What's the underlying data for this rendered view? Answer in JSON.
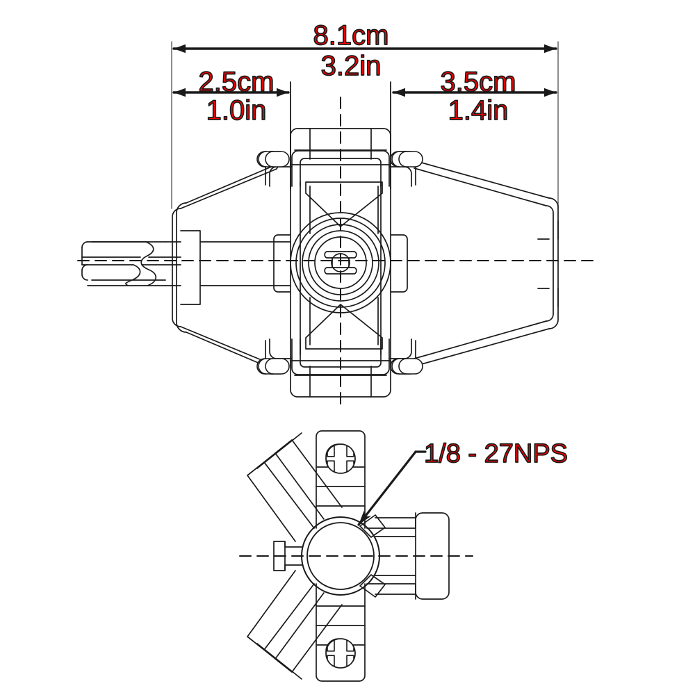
{
  "document": {
    "type": "engineering-drawing",
    "title": "Three-way valve dimensioned drawing",
    "background_color": "#FFFFFF",
    "line_color": "#1A1A1A",
    "annotation_color": "#FF0000"
  },
  "dimensions": {
    "overall": {
      "name": "overall-width",
      "metric": "8.1cm",
      "imperial": "3.2in"
    },
    "left_segment": {
      "name": "left-offset",
      "metric": "2.5cm",
      "imperial": "1.0in"
    },
    "right_segment": {
      "name": "right-offset",
      "metric": "3.5cm",
      "imperial": "1.4in"
    }
  },
  "callouts": {
    "thread_spec": {
      "name": "thread-callout",
      "label": "1/8 - 27NPS"
    }
  },
  "views": {
    "front": {
      "name": "front-elevation-view",
      "label": ""
    },
    "end": {
      "name": "end-view",
      "label": ""
    }
  }
}
